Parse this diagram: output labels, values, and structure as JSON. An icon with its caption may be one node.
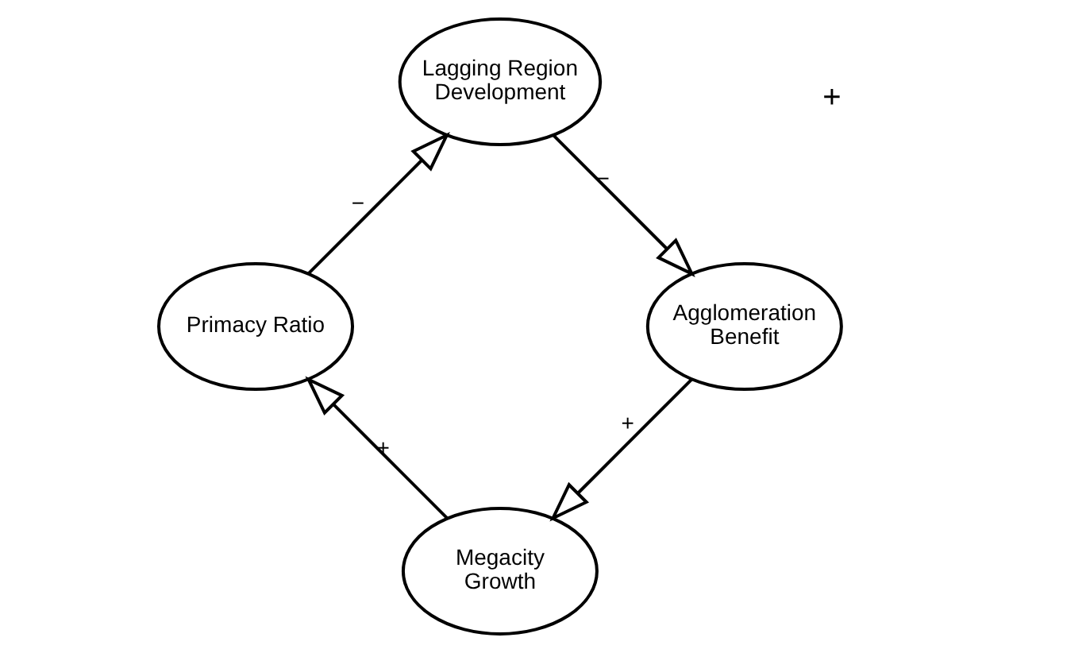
{
  "diagram": {
    "nodes": [
      {
        "text": [
          "Megacity Growth"
        ]
      },
      {
        "text": [
          "Primacy Ratio"
        ]
      },
      {
        "text": [
          "Agglomeration Benefit"
        ]
      },
      {
        "text": [
          "Lagging Region Development"
        ]
      }
    ],
    "edges": [
      {
        "from": 0,
        "to": 1,
        "arrow": "to",
        "label": "+"
      },
      {
        "from": 1,
        "to": 3,
        "arrow": "to",
        "label": "−"
      },
      {
        "from": 3,
        "to": 2,
        "arrow": "to",
        "label": "−"
      },
      {
        "from": 2,
        "to": 0,
        "arrow": "to",
        "label": "+"
      }
    ],
    "labels": [
      "+"
    ]
  }
}
